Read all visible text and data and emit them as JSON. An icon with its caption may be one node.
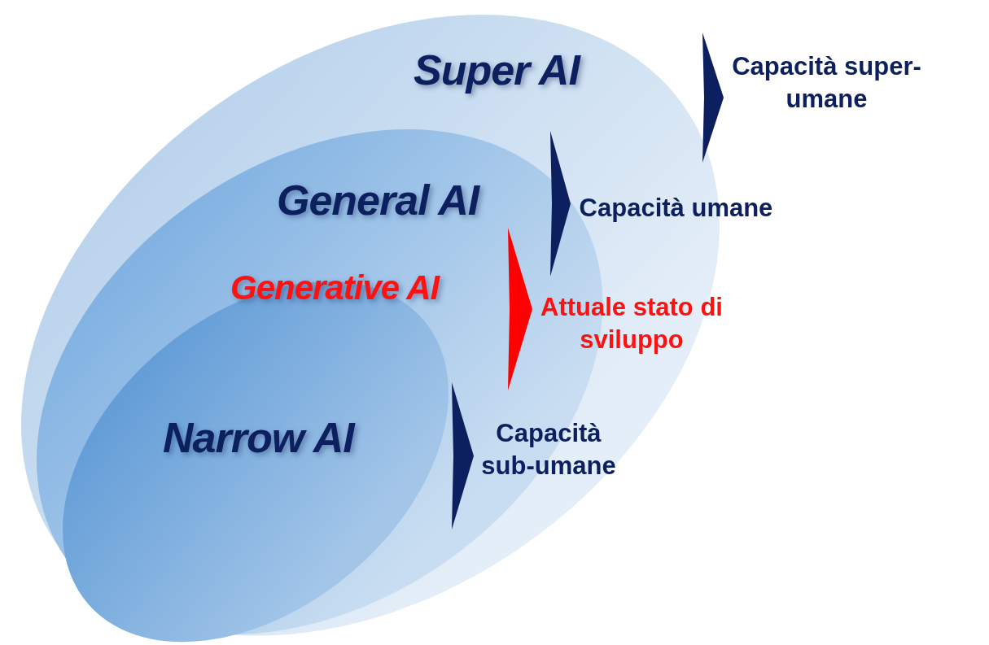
{
  "diagram": {
    "nodes": [
      {
        "text": [
          "Super AI"
        ]
      },
      {
        "text": [
          "General AI"
        ],
        "in": 0
      },
      {
        "text": [
          "Generative AI"
        ],
        "in": 1
      },
      {
        "text": [
          "Narrow AI"
        ],
        "in": 1
      },
      {
        "text": [
          "Capacità super-umane"
        ]
      },
      {
        "text": [
          "Capacità umane"
        ]
      },
      {
        "text": [
          "Attuale stato di sviluppo"
        ],
        "in": 0
      },
      {
        "text": [
          "Capacità sub-umane"
        ],
        "in": 0
      }
    ],
    "edges": [
      {
        "from": null,
        "to": 4,
        "arrow": "to"
      },
      {
        "from": null,
        "to": 5,
        "arrow": "to"
      },
      {
        "from": null,
        "to": 6,
        "arrow": "to",
        "color": "#ff0000"
      },
      {
        "from": null,
        "to": 7,
        "arrow": "to"
      }
    ]
  }
}
